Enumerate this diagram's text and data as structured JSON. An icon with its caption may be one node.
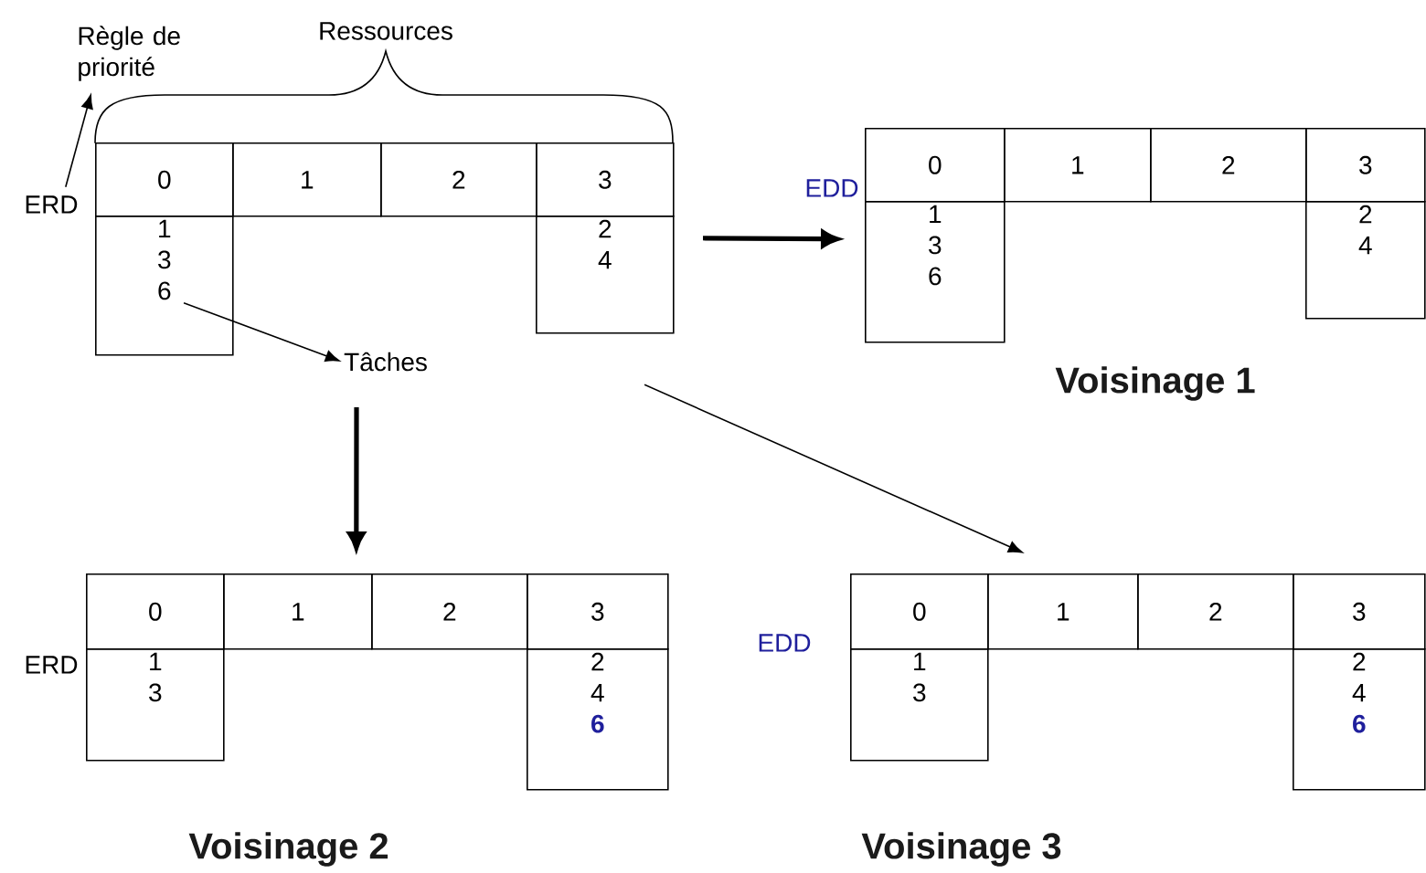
{
  "diagram": {
    "nodes": [
      {
        "text": [
          "Règle de priorité"
        ]
      },
      {
        "text": [
          "ERD"
        ]
      },
      {
        "text": [
          "0"
        ]
      },
      {
        "text": [
          "1"
        ]
      },
      {
        "text": [
          "2"
        ]
      },
      {
        "text": [
          "3"
        ]
      },
      {
        "text": [
          "1 3 6"
        ]
      },
      {
        "text": [
          "2 4"
        ]
      },
      {
        "text": [
          "Tâches"
        ]
      },
      {
        "text": [
          "0"
        ]
      },
      {
        "text": [
          "1"
        ]
      },
      {
        "text": [
          "2"
        ]
      },
      {
        "text": [
          "3"
        ]
      },
      {
        "text": [
          "1 3 6"
        ]
      },
      {
        "text": [
          "2 4"
        ]
      },
      {
        "text": [
          "0"
        ]
      },
      {
        "text": [
          "1"
        ]
      },
      {
        "text": [
          "2"
        ]
      },
      {
        "text": [
          "3"
        ]
      },
      {
        "text": [
          "1 3"
        ]
      },
      {
        "text": [
          "2 4",
          "6"
        ]
      },
      {
        "text": [
          "0"
        ]
      },
      {
        "text": [
          "1"
        ]
      },
      {
        "text": [
          "2"
        ]
      },
      {
        "text": [
          "3"
        ]
      },
      {
        "text": [
          "1 3"
        ]
      },
      {
        "text": [
          "2 4",
          "6"
        ]
      }
    ],
    "edges": [
      {
        "from": 1,
        "to": 0,
        "arrow": "to"
      },
      {
        "from": 6,
        "to": 8,
        "arrow": "to"
      },
      {
        "from": 7,
        "to": 13,
        "arrow": "to",
        "style": "thick"
      },
      {
        "from": 8,
        "to": 16,
        "arrow": "to",
        "style": "thick"
      },
      {
        "from": 7,
        "to": 22,
        "arrow": "to"
      }
    ],
    "labels": [
      "Ressources",
      "EDD",
      "Voisinage 1",
      "ERD",
      "EDD",
      "Voisinage 2",
      "Voisinage 3"
    ]
  }
}
